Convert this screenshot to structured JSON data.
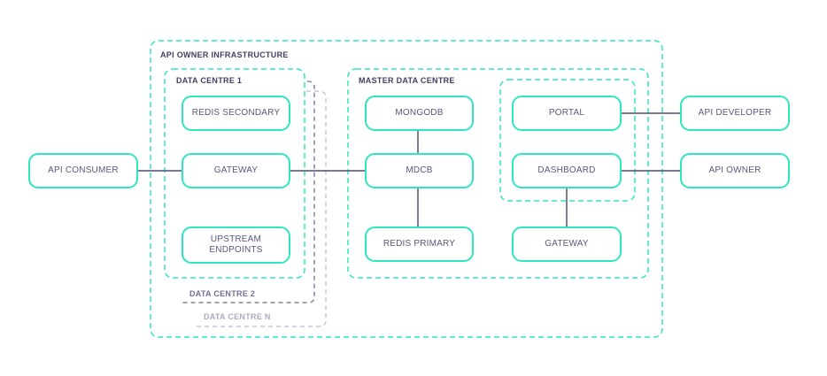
{
  "containers": {
    "api_owner_infrastructure": "API OWNER INFRASTRUCTURE",
    "data_centre_1": "DATA CENTRE 1",
    "data_centre_2": "DATA CENTRE 2",
    "data_centre_n": "DATA CENTRE N",
    "master_data_centre": "MASTER DATA CENTRE"
  },
  "nodes": {
    "api_consumer": "API CONSUMER",
    "redis_secondary": "REDIS SECONDARY",
    "dc1_gateway": "GATEWAY",
    "upstream_endpoints_line1": "UPSTREAM",
    "upstream_endpoints_line2": "ENDPOINTS",
    "mongodb": "MONGODB",
    "mdcb": "MDCB",
    "redis_primary": "REDIS PRIMARY",
    "portal": "PORTAL",
    "dashboard": "DASHBOARD",
    "master_gateway": "GATEWAY",
    "api_developer": "API DEVELOPER",
    "api_owner": "API OWNER"
  },
  "colors": {
    "node_border": "#2ee6c2",
    "dashed_teal": "#2ee6c2",
    "connector": "#4b4d72",
    "dc2_border": "#7f82a8",
    "dcn_border": "#c3c5dc",
    "label_text": "#3f4066"
  }
}
